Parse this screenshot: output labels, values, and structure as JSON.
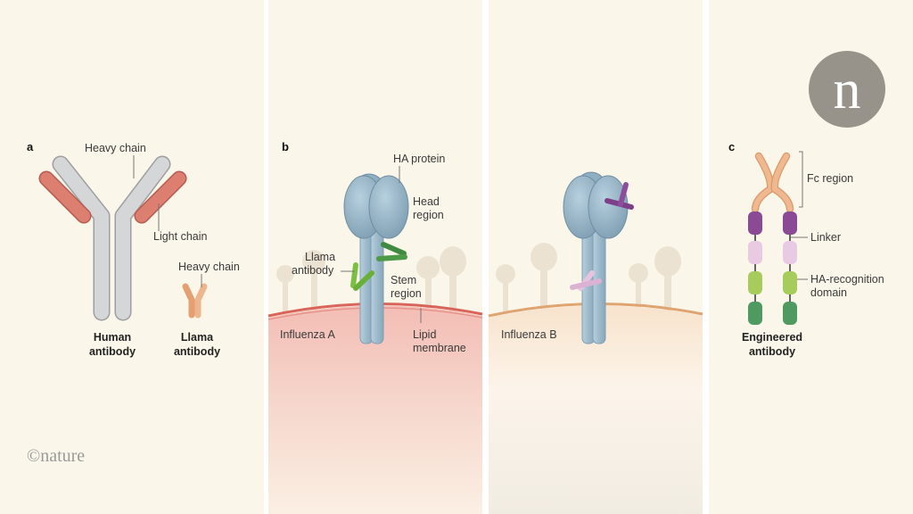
{
  "panel_a": {
    "label": "a",
    "heavy_chain": "Heavy chain",
    "light_chain": "Light chain",
    "llama_heavy_chain": "Heavy chain",
    "human_antibody": [
      "Human",
      "antibody"
    ],
    "llama_antibody": [
      "Llama",
      "antibody"
    ],
    "copyright": "©nature"
  },
  "panel_b": {
    "label": "b",
    "ha_protein": "HA protein",
    "head_region": [
      "Head",
      "region"
    ],
    "llama_antibody": [
      "Llama",
      "antibody"
    ],
    "stem_region": [
      "Stem",
      "region"
    ],
    "influenza_a": "Influenza A",
    "lipid_membrane": [
      "Lipid",
      "membrane"
    ],
    "influenza_b": "Influenza B"
  },
  "panel_c": {
    "label": "c",
    "fc_region": "Fc region",
    "linker": "Linker",
    "ha_recognition": [
      "HA-recognition",
      "domain"
    ],
    "engineered_antibody": [
      "Engineered",
      "antibody"
    ]
  },
  "logo": {
    "letter": "n"
  },
  "colors": {
    "background": "#fbf6ea",
    "heavy_chain": "#d3d4d6",
    "light_chain": "#d9786a",
    "llama": "#e8a878",
    "ha": "#9fbccd",
    "green_antibody": "#5aa84a",
    "purple": "#8a4a94",
    "pink": "#e6c4df",
    "light_green": "#a6cc5c",
    "dark_green": "#4f9a60"
  }
}
